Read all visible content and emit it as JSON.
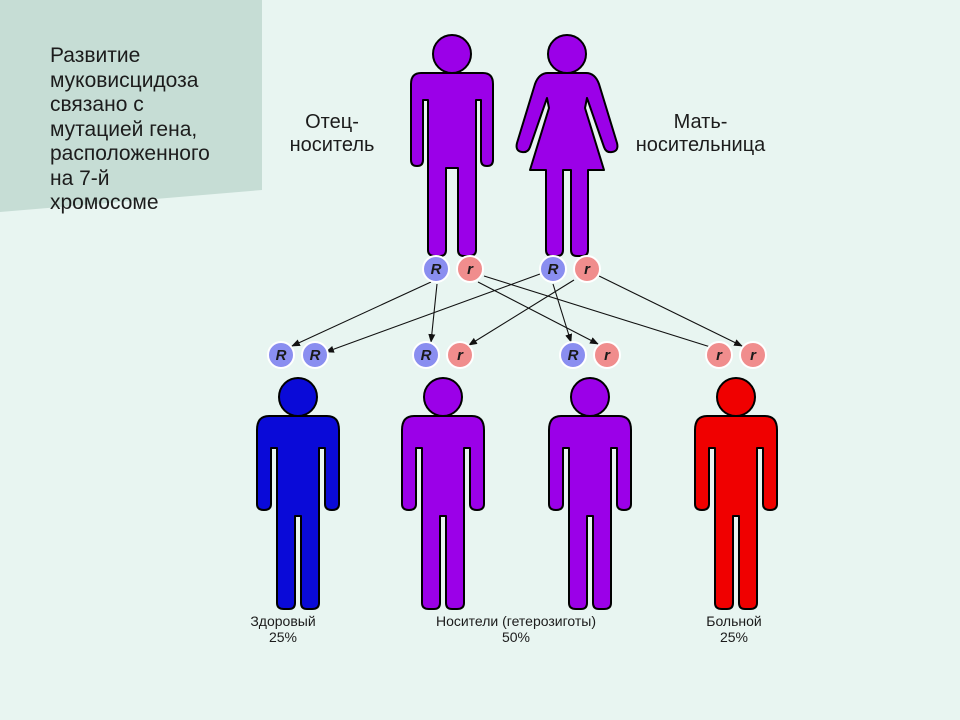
{
  "intro_lines": [
    "Развитие",
    "муковисцидоза",
    "связано с",
    "мутацией гена,",
    "расположенного",
    "на 7-й",
    "хромосоме"
  ],
  "father": {
    "label_lines": [
      "Отец-",
      "носитель"
    ],
    "alleles": [
      "R",
      "r"
    ],
    "color": "#9b00e8"
  },
  "mother": {
    "label_lines": [
      "Мать-",
      "носительница"
    ],
    "alleles": [
      "R",
      "r"
    ],
    "color": "#9b00e8"
  },
  "allele_colors": {
    "R": "#8a8ef0",
    "r": "#f08d8d"
  },
  "children": [
    {
      "alleles": [
        "R",
        "R"
      ],
      "color": "#0a0ad8"
    },
    {
      "alleles": [
        "R",
        "r"
      ],
      "color": "#9b00e8"
    },
    {
      "alleles": [
        "R",
        "r"
      ],
      "color": "#9b00e8"
    },
    {
      "alleles": [
        "r",
        "r"
      ],
      "color": "#f00000"
    }
  ],
  "captions": {
    "healthy": {
      "label": "Здоровый",
      "percent": "25%"
    },
    "carriers": {
      "label": "Носители (гетерозиготы)",
      "percent": "50%"
    },
    "sick": {
      "label": "Больной",
      "percent": "25%"
    }
  },
  "background": {
    "color": "#e8f5f1",
    "band_color": "#c6ddd5"
  }
}
